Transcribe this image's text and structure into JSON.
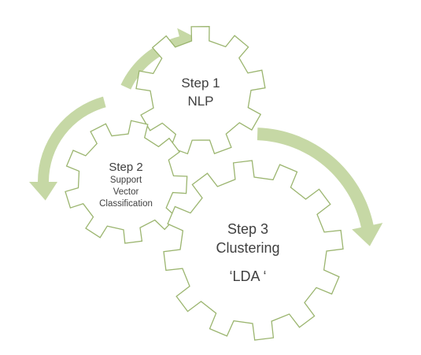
{
  "diagram": {
    "colors": {
      "gear_outline": "#9bb56f",
      "gear_fill": "#ffffff",
      "arrow_fill": "#c6d8a5",
      "text": "#404040"
    },
    "steps": [
      {
        "step_label": "Step 1",
        "lines": [
          "NLP"
        ]
      },
      {
        "step_label": "Step 2",
        "lines": [
          "Support",
          "Vector",
          "Classification"
        ]
      },
      {
        "step_label": "Step 3",
        "lines": [
          "Clustering"
        ],
        "extra": "‘LDA ‘"
      }
    ],
    "arrows": [
      {
        "name": "arrow-step1-top",
        "direction": "clockwise"
      },
      {
        "name": "arrow-step2-left",
        "direction": "counterclockwise"
      },
      {
        "name": "arrow-step3-right",
        "direction": "clockwise"
      }
    ]
  }
}
